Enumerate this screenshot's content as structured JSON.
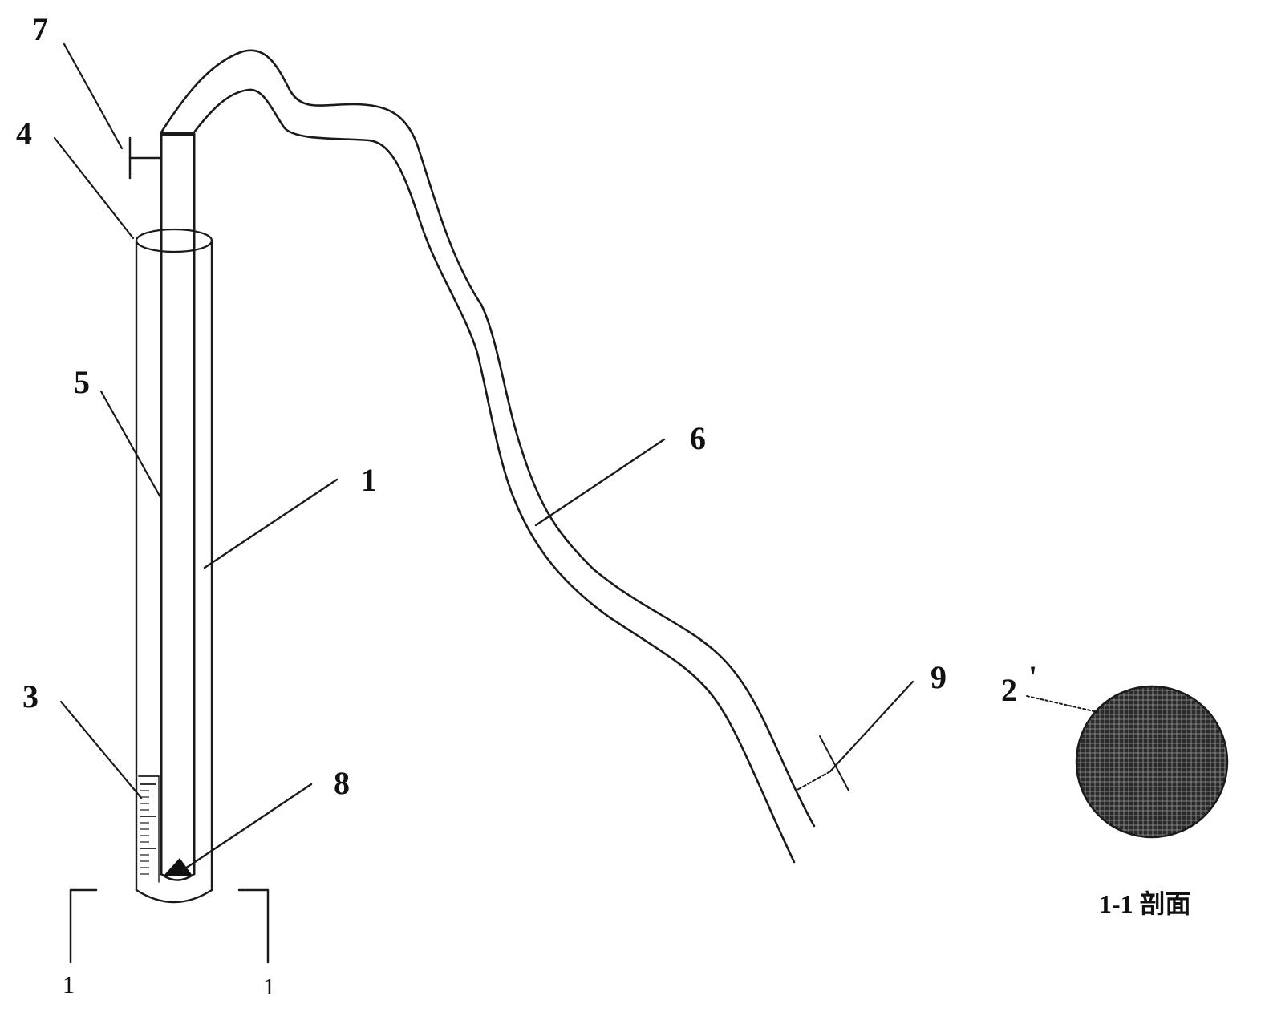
{
  "labels": {
    "n1": "1",
    "n2": "2",
    "n2_mark": "'",
    "n3": "3",
    "n4": "4",
    "n5": "5",
    "n6": "6",
    "n7": "7",
    "n8": "8",
    "n9": "9"
  },
  "section_marks": {
    "left": "1",
    "right": "1"
  },
  "section_caption": "1-1 剖面",
  "colors": {
    "ink": "#1a1a1a",
    "mesh_fill": "#3a3a3a",
    "background": "#ffffff"
  }
}
